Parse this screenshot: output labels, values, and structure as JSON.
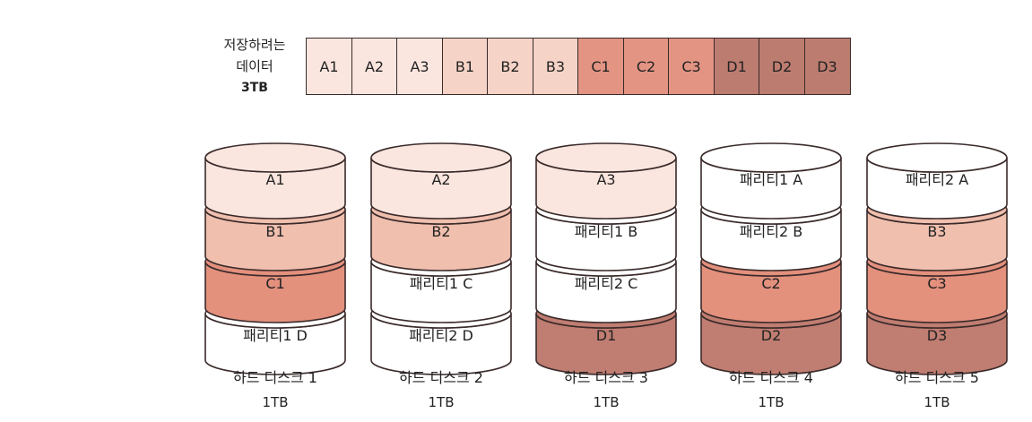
{
  "data": {
    "title_line1": "저장하려는",
    "title_line2": "데이터",
    "size": "3TB",
    "blocks": [
      {
        "label": "A1",
        "color": "#fbe6df"
      },
      {
        "label": "A2",
        "color": "#fbe6df"
      },
      {
        "label": "A3",
        "color": "#fbe6df"
      },
      {
        "label": "B1",
        "color": "#f5d3c6"
      },
      {
        "label": "B2",
        "color": "#f5d3c6"
      },
      {
        "label": "B3",
        "color": "#f5d3c6"
      },
      {
        "label": "C1",
        "color": "#e39483"
      },
      {
        "label": "C2",
        "color": "#e39483"
      },
      {
        "label": "C3",
        "color": "#e39483"
      },
      {
        "label": "D1",
        "color": "#bd7c70"
      },
      {
        "label": "D2",
        "color": "#bd7c70"
      },
      {
        "label": "D3",
        "color": "#bd7c70"
      }
    ]
  },
  "colors": {
    "A": "#fbe6df",
    "B": "#f0bfae",
    "C": "#e3907d",
    "D": "#c07d71",
    "parity": "#ffffff",
    "outline": "#3a2a2a"
  },
  "disks": [
    {
      "name": "하드 디스크 1",
      "capacity": "1TB",
      "slices": [
        {
          "label": "A1",
          "kind": "A"
        },
        {
          "label": "B1",
          "kind": "B"
        },
        {
          "label": "C1",
          "kind": "C"
        },
        {
          "label": "패리티1 D",
          "kind": "parity"
        }
      ]
    },
    {
      "name": "하드 디스크 2",
      "capacity": "1TB",
      "slices": [
        {
          "label": "A2",
          "kind": "A"
        },
        {
          "label": "B2",
          "kind": "B"
        },
        {
          "label": "패리티1 C",
          "kind": "parity"
        },
        {
          "label": "패리티2 D",
          "kind": "parity"
        }
      ]
    },
    {
      "name": "하드 디스크 3",
      "capacity": "1TB",
      "slices": [
        {
          "label": "A3",
          "kind": "A"
        },
        {
          "label": "패리티1 B",
          "kind": "parity"
        },
        {
          "label": "패리티2 C",
          "kind": "parity"
        },
        {
          "label": "D1",
          "kind": "D"
        }
      ]
    },
    {
      "name": "하드 디스크 4",
      "capacity": "1TB",
      "slices": [
        {
          "label": "패리티1 A",
          "kind": "parity"
        },
        {
          "label": "패리티2 B",
          "kind": "parity"
        },
        {
          "label": "C2",
          "kind": "C"
        },
        {
          "label": "D2",
          "kind": "D"
        }
      ]
    },
    {
      "name": "하드 디스크 5",
      "capacity": "1TB",
      "slices": [
        {
          "label": "패리티2 A",
          "kind": "parity"
        },
        {
          "label": "B3",
          "kind": "B"
        },
        {
          "label": "C3",
          "kind": "C"
        },
        {
          "label": "D3",
          "kind": "D"
        }
      ]
    }
  ]
}
